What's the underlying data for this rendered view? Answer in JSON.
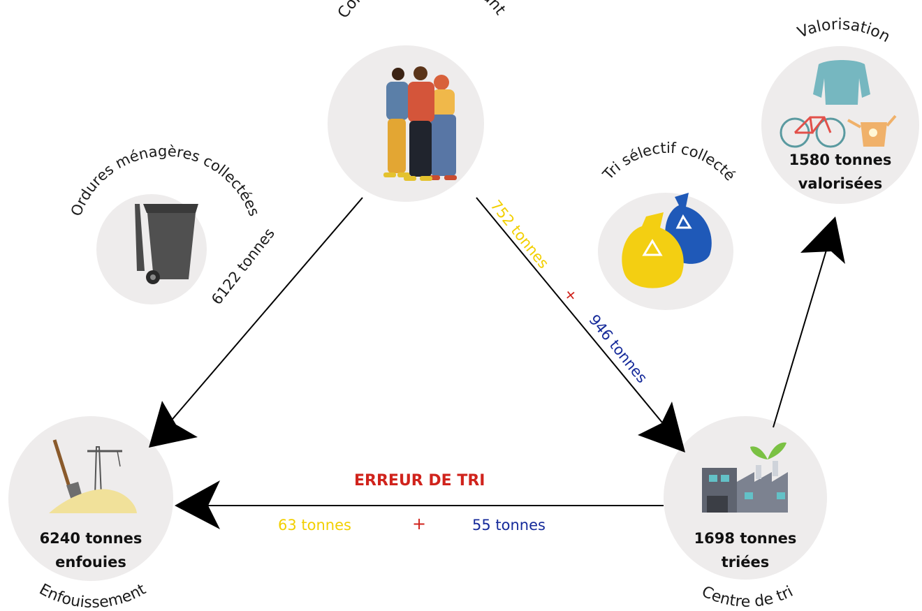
{
  "nodes": {
    "collecte": {
      "label": "Collecte chez l’habitant"
    },
    "ordures": {
      "label": "Ordures ménagères collectées"
    },
    "tri_selectif": {
      "label": "Tri sélectif collecté"
    },
    "valorisation": {
      "label": "Valorisation",
      "value_line1": "1580 tonnes",
      "value_line2": "valorisées"
    },
    "enfouissement": {
      "label": "Enfouissement",
      "value_line1": "6240 tonnes",
      "value_line2": "enfouies"
    },
    "centre_tri": {
      "label": "Centre de tri",
      "value_line1": "1698 tonnes",
      "value_line2": "triées"
    }
  },
  "flows": {
    "ordures_to_enfouissement": "6122 tonnes",
    "tri_yellow": "752 tonnes",
    "tri_blue": "946 tonnes",
    "plus": "+",
    "erreur_title": "ERREUR DE TRI",
    "erreur_yellow": "63 tonnes",
    "erreur_blue": "55 tonnes"
  },
  "colors": {
    "yellow": "#f2cf00",
    "blue": "#152a9a",
    "red": "#d0231c",
    "node_bg": "#eeecec"
  }
}
